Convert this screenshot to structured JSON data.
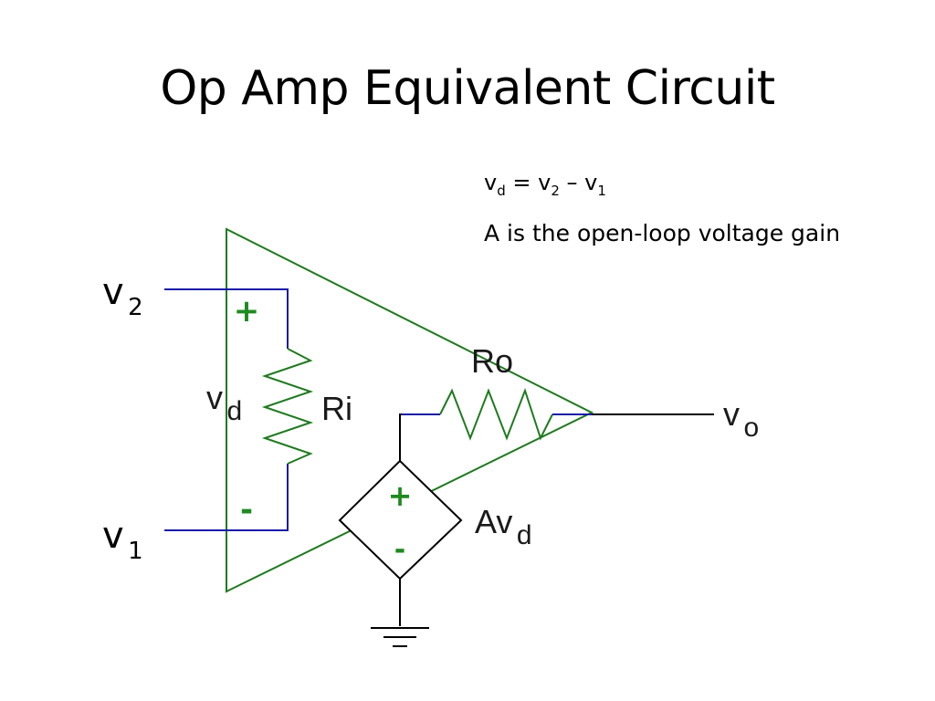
{
  "title": "Op Amp Equivalent Circuit",
  "notes": {
    "eq_vd": "v",
    "eq_vd_sub": "d",
    "eq_mid": " = v",
    "eq_v2_sub": "2",
    "eq_minus": " – v",
    "eq_v1_sub": "1",
    "description": "A is the open-loop voltage gain"
  },
  "labels": {
    "v2_main": "v",
    "v2_sub": "2",
    "v1_main": "v",
    "v1_sub": "1",
    "vd_main": "v",
    "vd_sub": "d",
    "ri": "Ri",
    "ro": "Ro",
    "vo_main": "v",
    "vo_sub": "o",
    "avd_main": "Av",
    "avd_sub": "d",
    "plus_top": "+",
    "minus_bottom": "-",
    "source_plus": "+",
    "source_minus": "-"
  },
  "colors": {
    "amp_outline": "#1f7a1f",
    "wire_blue": "#1a1aa8",
    "wire_black": "#000000",
    "sign_green": "#1f8a1f"
  }
}
